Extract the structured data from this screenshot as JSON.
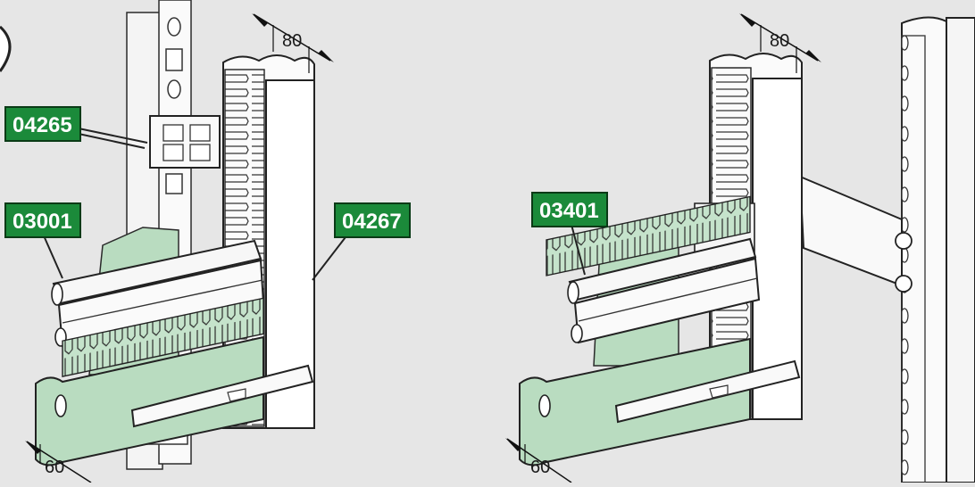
{
  "labels": {
    "l1": "04265",
    "l2": "03001",
    "l3": "04267",
    "l4": "03401"
  },
  "dimensions": {
    "d1": "80",
    "d2": "60",
    "d3": "80",
    "d4": "60"
  },
  "colors": {
    "background": "#e6e6e6",
    "tag_fill": "#1b8a3a",
    "duct_green": "#b9dcc0",
    "part_white": "#f8f8f8",
    "outline": "#2a2a2a"
  }
}
